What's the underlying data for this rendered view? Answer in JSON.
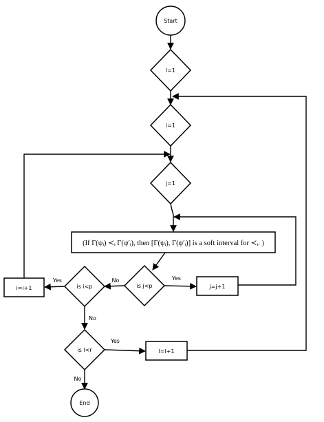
{
  "nodes": {
    "start": "Start",
    "l_init": "l=1",
    "i_init": "i=1",
    "j_init": "j=1",
    "condition": "(If Γ(ψᵢ) ≺ᵢ Γ(ψ′ᵢ), then [Γ(ψᵢ), Γ(ψ′ᵢ)] is a soft interval for ≺ᵢ. )",
    "dec_j": "is j<p",
    "dec_i": "is i<p",
    "dec_l": "is l<r",
    "j_inc": "j=j+1",
    "i_inc": "i=i+1",
    "l_inc": "l=l+1",
    "end": "End"
  },
  "edge_labels": {
    "j_yes": "Yes",
    "j_no": "No",
    "i_yes": "Yes",
    "i_no": "No",
    "l_yes": "Yes",
    "l_no": "No"
  }
}
